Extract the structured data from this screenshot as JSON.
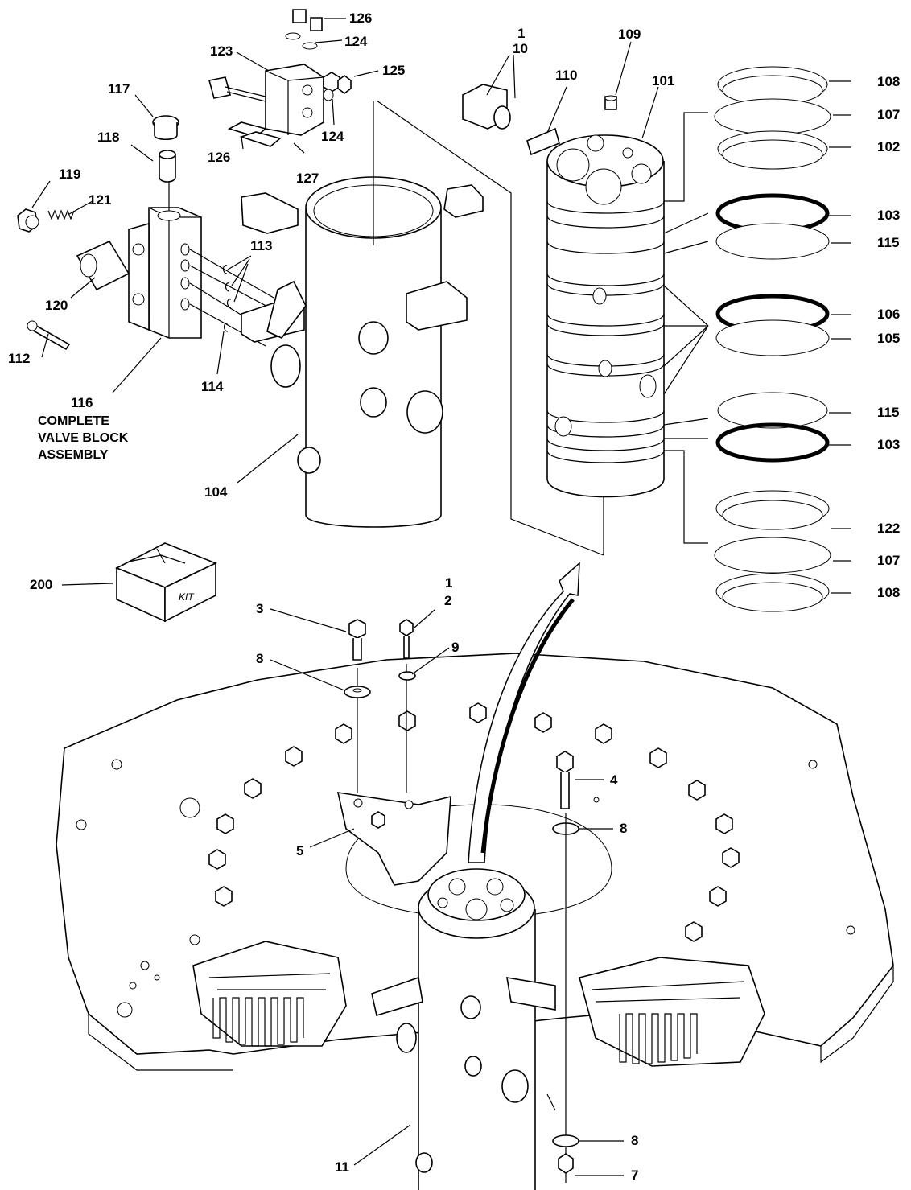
{
  "callouts": {
    "c126a": "126",
    "c124a": "124",
    "c123": "123",
    "c125": "125",
    "c124b": "124",
    "c126b": "126",
    "c127": "127",
    "c117": "117",
    "c118": "118",
    "c119": "119",
    "c121": "121",
    "c120": "120",
    "c112": "112",
    "c113": "113",
    "c114": "114",
    "c116": "116",
    "c104": "104",
    "c1a": "1",
    "c10": "10",
    "c110": "110",
    "c109": "109",
    "c101": "101",
    "c108a": "108",
    "c107a": "107",
    "c102": "102",
    "c103a": "103",
    "c115a": "115",
    "c106": "106",
    "c105": "105",
    "c115b": "115",
    "c103b": "103",
    "c122": "122",
    "c107b": "107",
    "c108b": "108",
    "c200": "200",
    "c3": "3",
    "c1b": "1",
    "c2": "2",
    "c8a": "8",
    "c9": "9",
    "c4": "4",
    "c8b": "8",
    "c5": "5",
    "c11": "11",
    "c8c": "8",
    "c7": "7"
  },
  "notes": {
    "valve_block": "COMPLETE VALVE BLOCK ASSEMBLY"
  },
  "kit_box_text": "KIT"
}
